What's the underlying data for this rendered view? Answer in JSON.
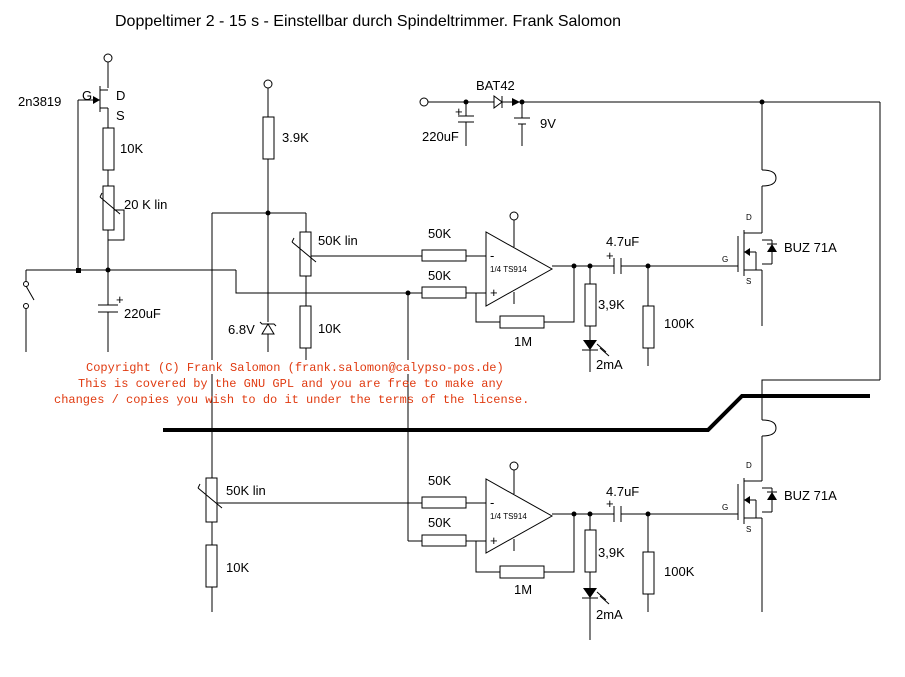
{
  "title": "Doppeltimer 2 - 15 s - Einstellbar durch Spindeltrimmer. Frank Salomon",
  "copyright": [
    "Copyright (C) Frank Salomon (frank.salomon@calypso-pos.de)",
    "This is covered by the GNU GPL and you are free to make any",
    "changes / copies you wish to do it under the terms of the license."
  ],
  "colors": {
    "copyright": "#e03a10",
    "wires": "#000000"
  },
  "labels": {
    "jfet": "2n3819",
    "g": "G",
    "d": "D",
    "s": "S",
    "r_10k": "10K",
    "r_20k_lin": "20 K lin",
    "c_220uf": "220uF",
    "r_3_9k": "3.9K",
    "zener": "6.8V",
    "r_50k_lin": "50K lin",
    "r_50k": "50K",
    "opamp": "1/4 TS914",
    "r_1m": "1M",
    "c_4_7uf": "4.7uF",
    "r_3_9k_led": "3,9K",
    "led_current": "2mA",
    "r_100k": "100K",
    "mosfet": "BUZ 71A",
    "diode": "BAT42",
    "battery": "9V",
    "plus": "+",
    "minus": "-"
  }
}
